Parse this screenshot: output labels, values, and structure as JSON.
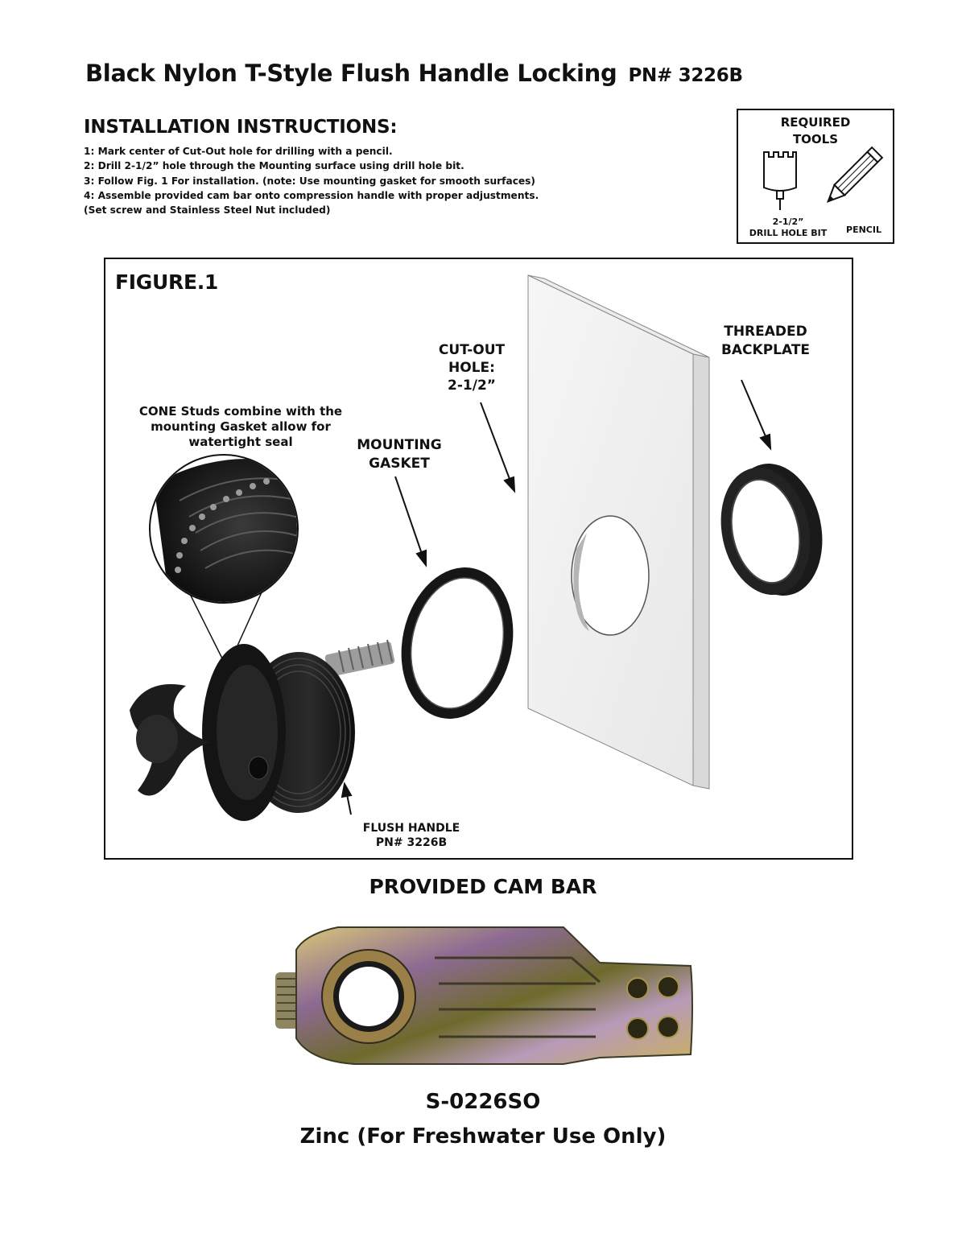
{
  "header": {
    "title": "Black Nylon T-Style Flush Handle Locking",
    "part_number": "PN# 3226B"
  },
  "instructions": {
    "heading": "INSTALLATION INSTRUCTIONS:",
    "steps": [
      "1: Mark center of Cut-Out hole for drilling with a pencil.",
      "2: Drill 2-1/2” hole through the Mounting surface using drill hole bit.",
      "3: Follow Fig. 1 For installation. (note: Use mounting gasket for smooth surfaces)",
      "4: Assemble provided cam bar onto compression handle with proper adjustments.",
      "(Set screw and Stainless Steel Nut included)"
    ]
  },
  "required_tools": {
    "heading_line1": "REQUIRED",
    "heading_line2": "TOOLS",
    "drill_label_line1": "2-1/2”",
    "drill_label_line2": "DRILL HOLE BIT",
    "pencil_label": "PENCIL",
    "drill_icon": "hole-saw-drill-bit-icon",
    "pencil_icon": "pencil-icon"
  },
  "figure": {
    "title": "FIGURE.1",
    "cone_note_line1": "CONE Studs combine with the",
    "cone_note_line2": "mounting Gasket allow for",
    "cone_note_line3": "watertight seal",
    "gasket_line1": "MOUNTING",
    "gasket_line2": "GASKET",
    "cutout_line1": "CUT-OUT",
    "cutout_line2": "HOLE:",
    "cutout_line3": "2-1/2”",
    "backplate_line1": "THREADED",
    "backplate_line2": "BACKPLATE",
    "handle_line1": "FLUSH HANDLE",
    "handle_line2": "PN# 3226B"
  },
  "cam_bar": {
    "heading": "PROVIDED CAM BAR",
    "part_number": "S-0226SO",
    "description": "Zinc (For Freshwater Use Only)"
  },
  "colors": {
    "ink": "#111111",
    "part_black": "#1a1a1a",
    "panel_face": "#f2f2f2",
    "panel_edge": "#d9d9d9",
    "zinc_gold": "#c9b060",
    "zinc_purple": "#8c6a93"
  }
}
